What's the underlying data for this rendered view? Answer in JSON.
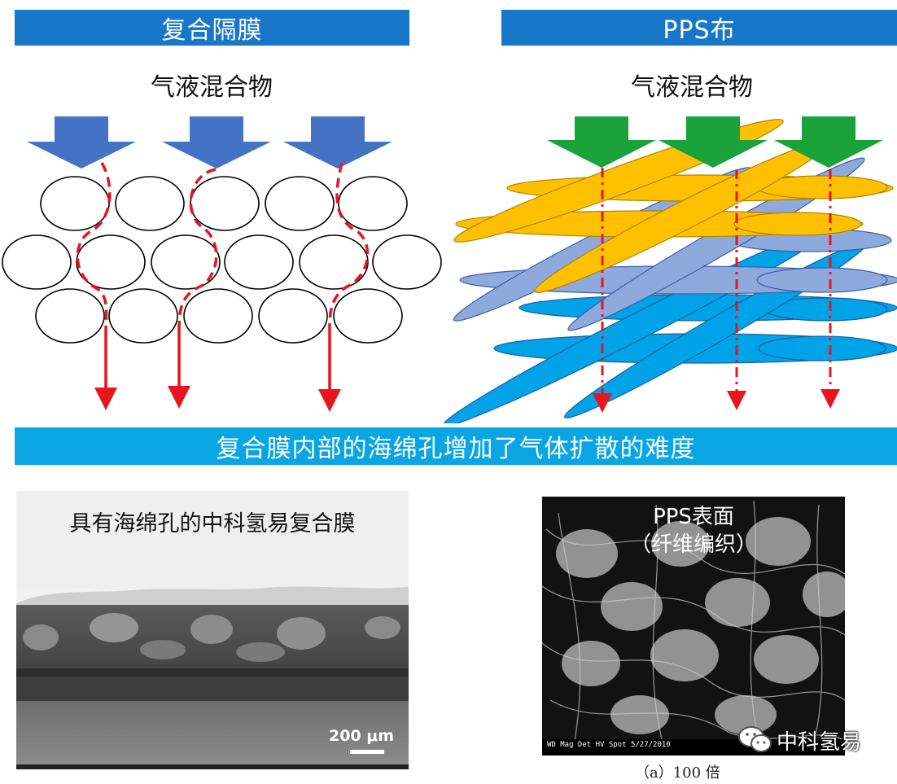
{
  "left_header": "复合隔膜",
  "right_header": "PPS布",
  "left_subheading": "气液混合物",
  "right_subheading": "气液混合物",
  "middle_banner": "复合膜内部的海绵孔增加了气体扩散的难度",
  "sem_left": {
    "label": "具有海绵孔的中科氢易复合膜",
    "scale_bar": "200 μm"
  },
  "sem_right": {
    "title": "PPS表面",
    "subtitle": "（纤维编织）",
    "caption": "（a）100 倍",
    "info_bar": "WD  Mag  Det  HV  Spot  5/27/2010"
  },
  "watermark": "中科氢易",
  "colors": {
    "banner_dark": "#1877C8",
    "banner_light": "#0AA6E4",
    "arrow_blue": "#4472C4",
    "arrow_green": "#19A33A",
    "fiber_gold": "#FFC000",
    "fiber_lavender": "#8EA9DB",
    "fiber_cyan": "#00A2E8",
    "path_red": "#E8141E"
  },
  "icons": [
    "wechat-icon"
  ]
}
